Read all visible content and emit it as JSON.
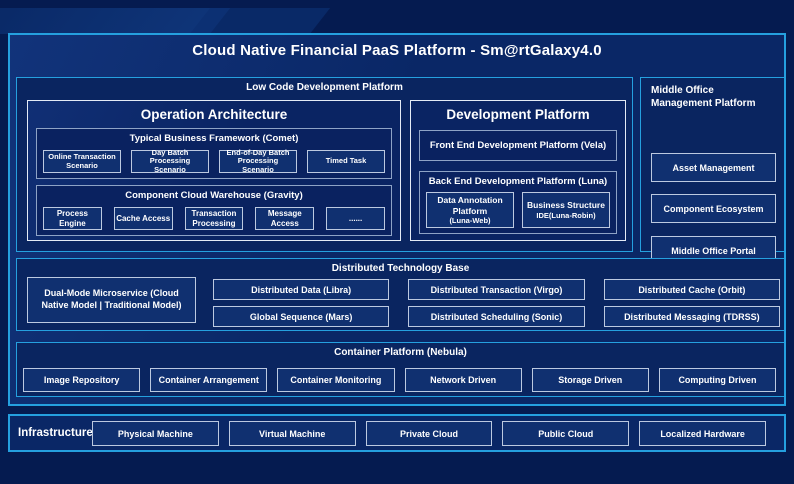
{
  "title": "Cloud Native Financial PaaS Platform - Sm@rtGalaxy4.0",
  "low_code": {
    "label": "Low Code Development Platform",
    "operation_architecture": {
      "title": "Operation Architecture",
      "typical_business": {
        "label": "Typical Business Framework (Comet)",
        "items": [
          "Online Transaction Scenario",
          "Day Batch Processing Scenario",
          "End-of-Day Batch Processing Scenario",
          "Timed Task"
        ]
      },
      "component_cloud": {
        "label": "Component Cloud Warehouse (Gravity)",
        "items": [
          "Process Engine",
          "Cache Access",
          "Transaction Processing",
          "Message Access",
          "......"
        ]
      }
    },
    "development_platform": {
      "title": "Development Platform",
      "front_end": "Front End Development Platform (Vela)",
      "back_end": {
        "label": "Back End Development Platform (Luna)",
        "items": [
          {
            "line1": "Data Annotation Platform",
            "line2": "(Luna-Web)"
          },
          {
            "line1": "Business Structure",
            "line2": "IDE(Luna-Robin)"
          }
        ]
      }
    }
  },
  "middle_office": {
    "label": "Middle Office Management Platform",
    "items": [
      "Asset Management",
      "Component Ecosystem",
      "Middle Office Portal"
    ]
  },
  "distributed": {
    "label": "Distributed Technology Base",
    "dual_mode": "Dual-Mode Microservice (Cloud Native Model | Traditional Model)",
    "row1": [
      "Distributed Data (Libra)",
      "Distributed Transaction (Virgo)",
      "Distributed Cache (Orbit)"
    ],
    "row2": [
      "Global Sequence (Mars)",
      "Distributed Scheduling (Sonic)",
      "Distributed Messaging (TDRSS)"
    ]
  },
  "container_platform": {
    "label": "Container Platform (Nebula)",
    "items": [
      "Image Repository",
      "Container Arrangement",
      "Container Monitoring",
      "Network Driven",
      "Storage Driven",
      "Computing Driven"
    ]
  },
  "infrastructure": {
    "label": "Infrastructure",
    "items": [
      "Physical Machine",
      "Virtual Machine",
      "Private Cloud",
      "Public Cloud",
      "Localized Hardware"
    ]
  },
  "colors": {
    "accent_border": "#25a0df",
    "background": "#051b50",
    "panel_fill": "#0a2766"
  }
}
